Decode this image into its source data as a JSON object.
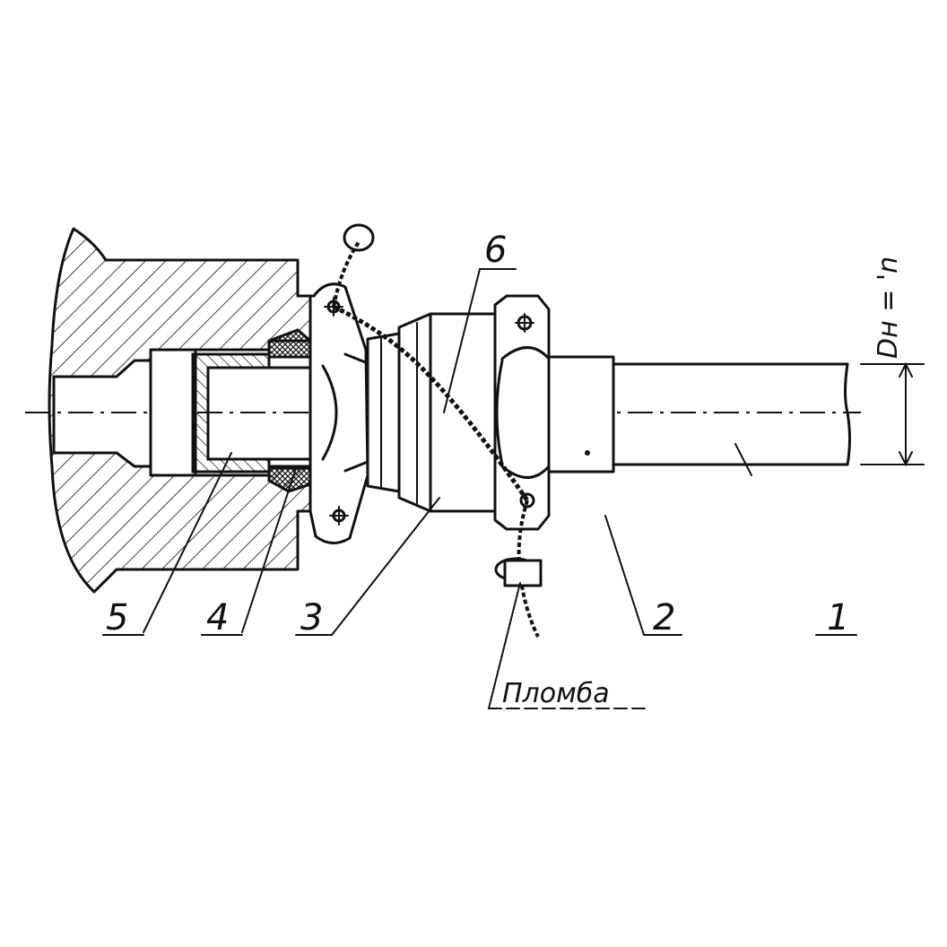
{
  "labels": {
    "part_1": "1",
    "part_2": "2",
    "part_3": "3",
    "part_4": "4",
    "part_5": "5",
    "part_6": "6",
    "seal": "Пломба",
    "dimension": "Dн = 'n"
  }
}
